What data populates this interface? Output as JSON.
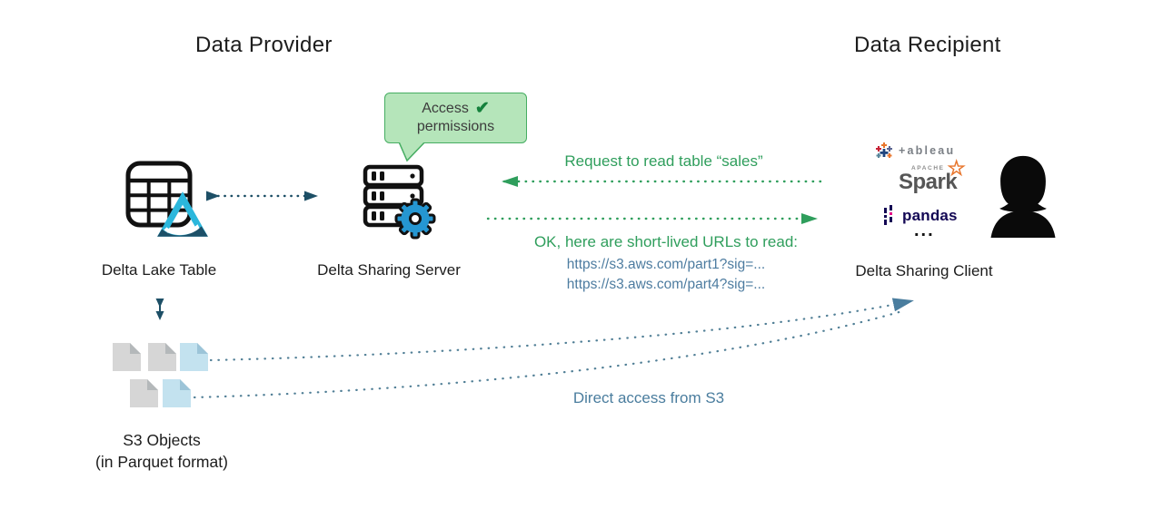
{
  "headings": {
    "provider": "Data Provider",
    "recipient": "Data Recipient"
  },
  "callout": {
    "line1": "Access",
    "line2": "permissions",
    "checkmark": "✔"
  },
  "nodes": {
    "delta_lake_table": {
      "label": "Delta Lake Table"
    },
    "delta_sharing_server": {
      "label": "Delta Sharing Server"
    },
    "delta_sharing_client": {
      "label": "Delta Sharing Client"
    },
    "s3_objects": {
      "label": "S3 Objects",
      "sublabel": "(in Parquet format)"
    }
  },
  "client_tools": {
    "tableau": "+ableau",
    "spark_apache": "APACHE",
    "spark": "Spark",
    "spark_star": "☆",
    "pandas": "pandas",
    "ellipsis": "..."
  },
  "messages": {
    "request": "Request to read table “sales”",
    "response": "OK, here are short-lived URLs to read:",
    "url_1": "https://s3.aws.com/part1?sig=...",
    "url_2": "https://s3.aws.com/part4?sig=...",
    "direct_access": "Direct access from S3"
  },
  "colors": {
    "green": "#2f9e5c",
    "callout_fill": "#b5e5ba",
    "callout_border": "#46ad62",
    "check_green": "#14813c",
    "teal_dark": "#1d4f66",
    "blue_gray": "#4d7ca0",
    "curve_blue": "#517f96",
    "delta_cyan": "#2bb7dc",
    "delta_navy": "#1d5068",
    "gear_blue": "#2596d1",
    "file_gray": "#d6d6d6",
    "file_blue": "#c3e2ef"
  }
}
